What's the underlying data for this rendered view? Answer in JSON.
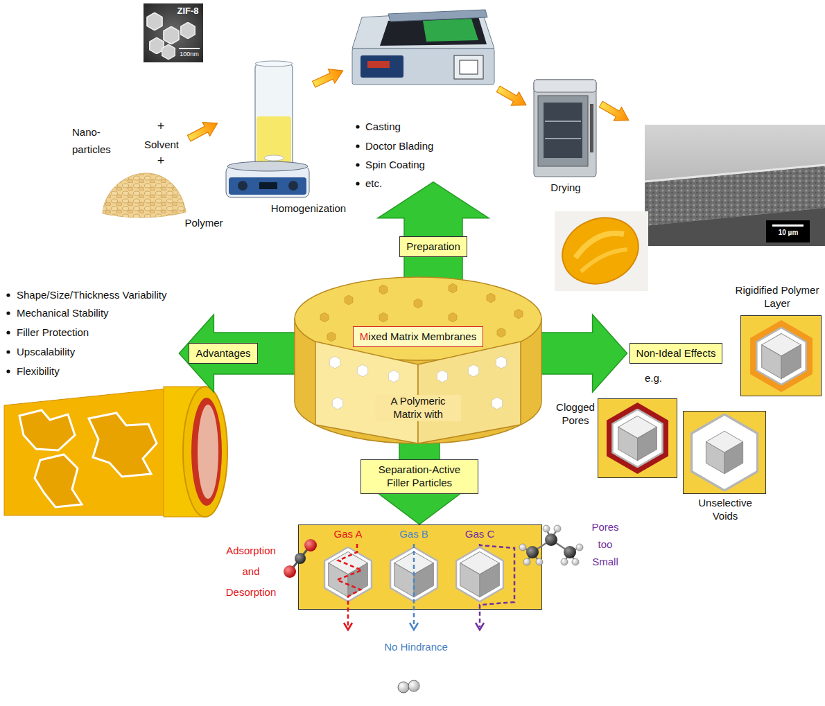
{
  "diagram": {
    "nodes": [
      {
        "text": [
          "A Polymeric Matrix with"
        ]
      },
      {
        "text": [
          "Mixed Matrix Membranes"
        ],
        "in": 0
      },
      {
        "text": [
          "Preparation"
        ]
      },
      {
        "text": [
          "Advantages"
        ]
      },
      {
        "text": [
          "Non-Ideal Effects"
        ]
      },
      {
        "text": [
          "Separation-Active Filler Particles"
        ]
      },
      {
        "text": [
          "Gas A",
          "Gas B",
          "Gas C"
        ]
      },
      {
        "text": [
          "Rigidified Polymer Layer"
        ]
      },
      {
        "text": [
          "Clogged Pores"
        ]
      },
      {
        "text": [
          "Unselective Voids"
        ]
      }
    ],
    "edges": [
      {
        "from": 0,
        "to": 2,
        "arrow": "to"
      },
      {
        "from": 0,
        "to": 3,
        "arrow": "to"
      },
      {
        "from": 0,
        "to": 4,
        "arrow": "to"
      },
      {
        "from": 0,
        "to": 5,
        "arrow": "to"
      }
    ],
    "labels": [
      "ZIF-8",
      "100nm",
      "Nano- particles",
      "+",
      "Solvent",
      "+",
      "Polymer",
      "Homogenization",
      "Casting",
      "Doctor Blading",
      "Spin Coating",
      "etc.",
      "Drying",
      "10 µm",
      "Shape/Size/Thickness Variability",
      "Mechanical Stability",
      "Filler Protection",
      "Upscalability",
      "Flexibility",
      "e.g.",
      "Adsorption and Desorption",
      "Pores too Small",
      "No Hindrance"
    ]
  }
}
